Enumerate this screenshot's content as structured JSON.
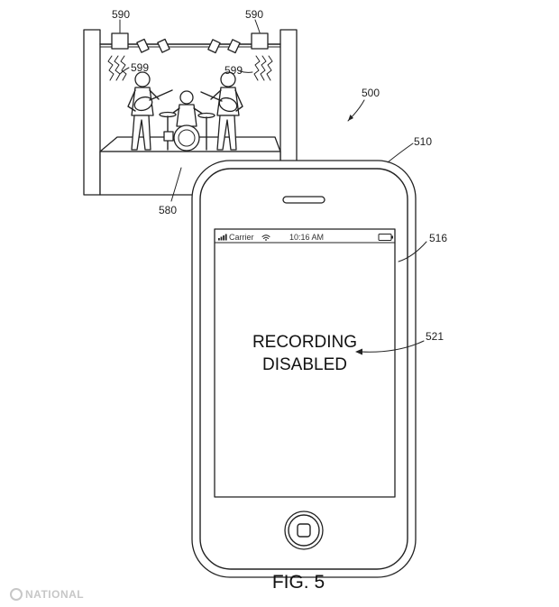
{
  "figure": {
    "caption": "FIG. 5",
    "reference_numerals": {
      "system": "500",
      "device": "510",
      "display": "516",
      "message": "521",
      "stage": "580",
      "transmitter_left": "590",
      "transmitter_right": "590",
      "signal_left": "599",
      "signal_right": "599"
    }
  },
  "phone": {
    "status_bar": {
      "carrier": "Carrier",
      "time": "10:16 AM"
    },
    "message_lines": [
      "RECORDING",
      "DISABLED"
    ]
  },
  "watermark": {
    "text": "NATIONAL"
  },
  "colors": {
    "line": "#222222",
    "background": "#ffffff",
    "watermark": "#c7c7c7"
  }
}
